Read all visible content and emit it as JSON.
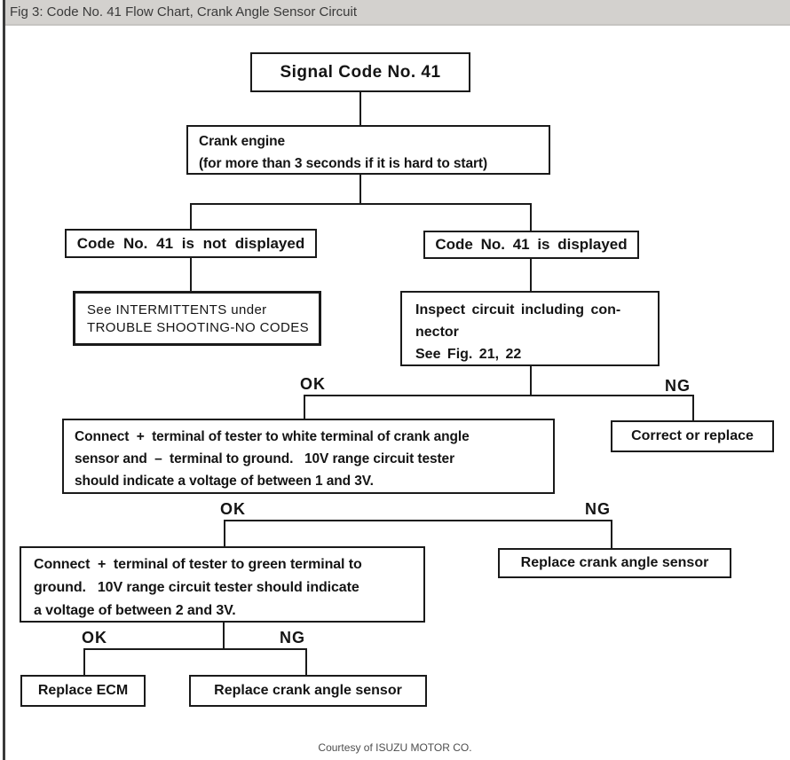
{
  "header": {
    "title": "Fig 3: Code No. 41 Flow Chart, Crank Angle Sensor Circuit"
  },
  "labels": {
    "ok": "OK",
    "ng": "NG"
  },
  "nodes": {
    "signal_code": {
      "text": "Signal Code No. 41"
    },
    "crank_engine": {
      "line1": "Crank engine",
      "line2": "(for more than 3 seconds if it is hard to start)"
    },
    "code_not_displayed": {
      "text": "Code No. 41 is not displayed"
    },
    "code_displayed": {
      "text": "Code No. 41 is displayed"
    },
    "see_intermittents": {
      "line1": "See INTERMITTENTS under",
      "line2": "TROUBLE SHOOTING-NO CODES"
    },
    "inspect_circuit": {
      "line1": "Inspect circuit including con-",
      "line2": "nector",
      "line3": "See Fig. 21, 22"
    },
    "test_white_terminal": {
      "line1": "Connect  +  terminal of tester to white terminal of crank angle",
      "line2": "sensor and  –  terminal to ground.   10V range circuit tester",
      "line3": "should indicate a voltage of between 1 and 3V."
    },
    "correct_or_replace": {
      "text": "Correct or replace"
    },
    "test_green_terminal": {
      "line1": "Connect  +  terminal of tester to green terminal to",
      "line2": "ground.   10V range circuit tester should indicate",
      "line3": "a voltage of between 2 and 3V."
    },
    "replace_sensor_mid": {
      "text": "Replace crank angle sensor"
    },
    "replace_ecm": {
      "text": "Replace ECM"
    },
    "replace_sensor_bottom": {
      "text": "Replace crank angle sensor"
    }
  },
  "footer": {
    "credit": "Courtesy of ISUZU MOTOR CO."
  },
  "colors": {
    "line": "#1a1a1a",
    "header_bg": "#d3d1ce",
    "text": "#141414",
    "credit_text": "#4e4e4e"
  }
}
